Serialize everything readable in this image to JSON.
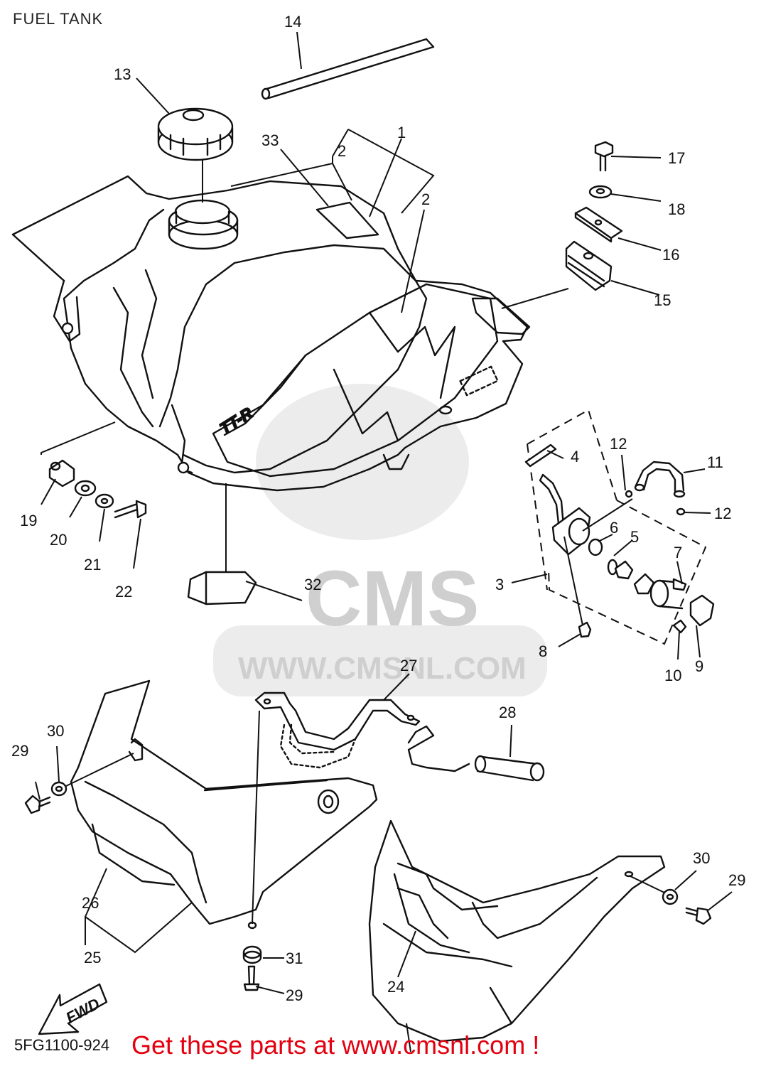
{
  "header": {
    "title": "FUEL TANK"
  },
  "footer": {
    "diagram_code": "5FG1100-924",
    "call_to_action": "Get these parts at www.cmsnl.com !"
  },
  "watermark": {
    "brand": "CMS",
    "url": "WWW.CMSNL.COM"
  },
  "direction_marker": {
    "label": "FWD"
  },
  "tank_decal_text": "TT-R",
  "callouts": {
    "c1": "1",
    "c2a": "2",
    "c2b": "2",
    "c3": "3",
    "c4": "4",
    "c5": "5",
    "c6": "6",
    "c7": "7",
    "c8": "8",
    "c9": "9",
    "c10": "10",
    "c11": "11",
    "c12a": "12",
    "c12b": "12",
    "c13": "13",
    "c14": "14",
    "c15": "15",
    "c16": "16",
    "c17": "17",
    "c18": "18",
    "c19": "19",
    "c20": "20",
    "c21": "21",
    "c22": "22",
    "c24": "24",
    "c25": "25",
    "c26": "26",
    "c27": "27",
    "c28": "28",
    "c29a": "29",
    "c29b": "29",
    "c29c": "29",
    "c30a": "30",
    "c30b": "30",
    "c31": "31",
    "c32": "32",
    "c33": "33"
  },
  "colors": {
    "line": "#111111",
    "watermark": "#cfcfcf",
    "cta": "#e3000f"
  }
}
